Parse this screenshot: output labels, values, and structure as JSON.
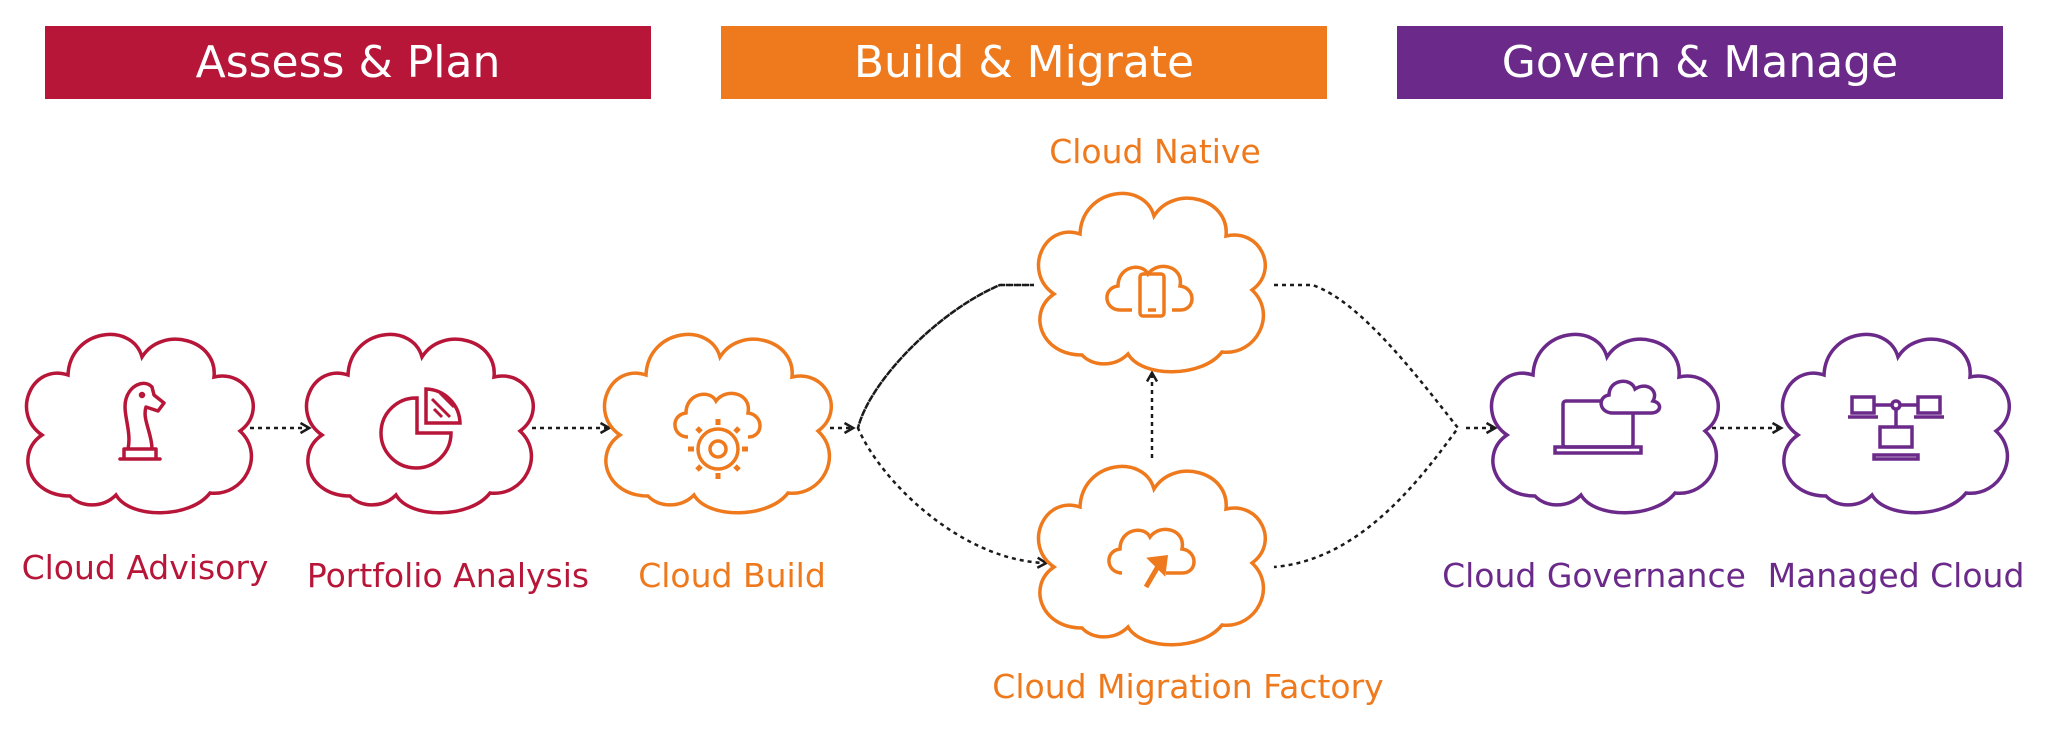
{
  "colors": {
    "assess": "#B71639",
    "build": "#EE7A1D",
    "govern": "#6B2A8A",
    "connector": "#1a1a1a"
  },
  "phases": [
    {
      "label": "Assess & Plan"
    },
    {
      "label": "Build & Migrate"
    },
    {
      "label": "Govern & Manage"
    }
  ],
  "nodes": [
    {
      "label": "Cloud Advisory",
      "icon": "chess-knight-icon",
      "phase": "assess"
    },
    {
      "label": "Portfolio Analysis",
      "icon": "pie-chart-icon",
      "phase": "assess"
    },
    {
      "label": "Cloud Build",
      "icon": "cloud-gear-icon",
      "phase": "build"
    },
    {
      "label": "Cloud Native",
      "icon": "cloud-mobile-icon",
      "phase": "build"
    },
    {
      "label": "Cloud Migration Factory",
      "icon": "cloud-upload-icon",
      "phase": "build"
    },
    {
      "label": "Cloud Governance",
      "icon": "laptop-cloud-icon",
      "phase": "govern"
    },
    {
      "label": "Managed Cloud",
      "icon": "network-computers-icon",
      "phase": "govern"
    }
  ]
}
